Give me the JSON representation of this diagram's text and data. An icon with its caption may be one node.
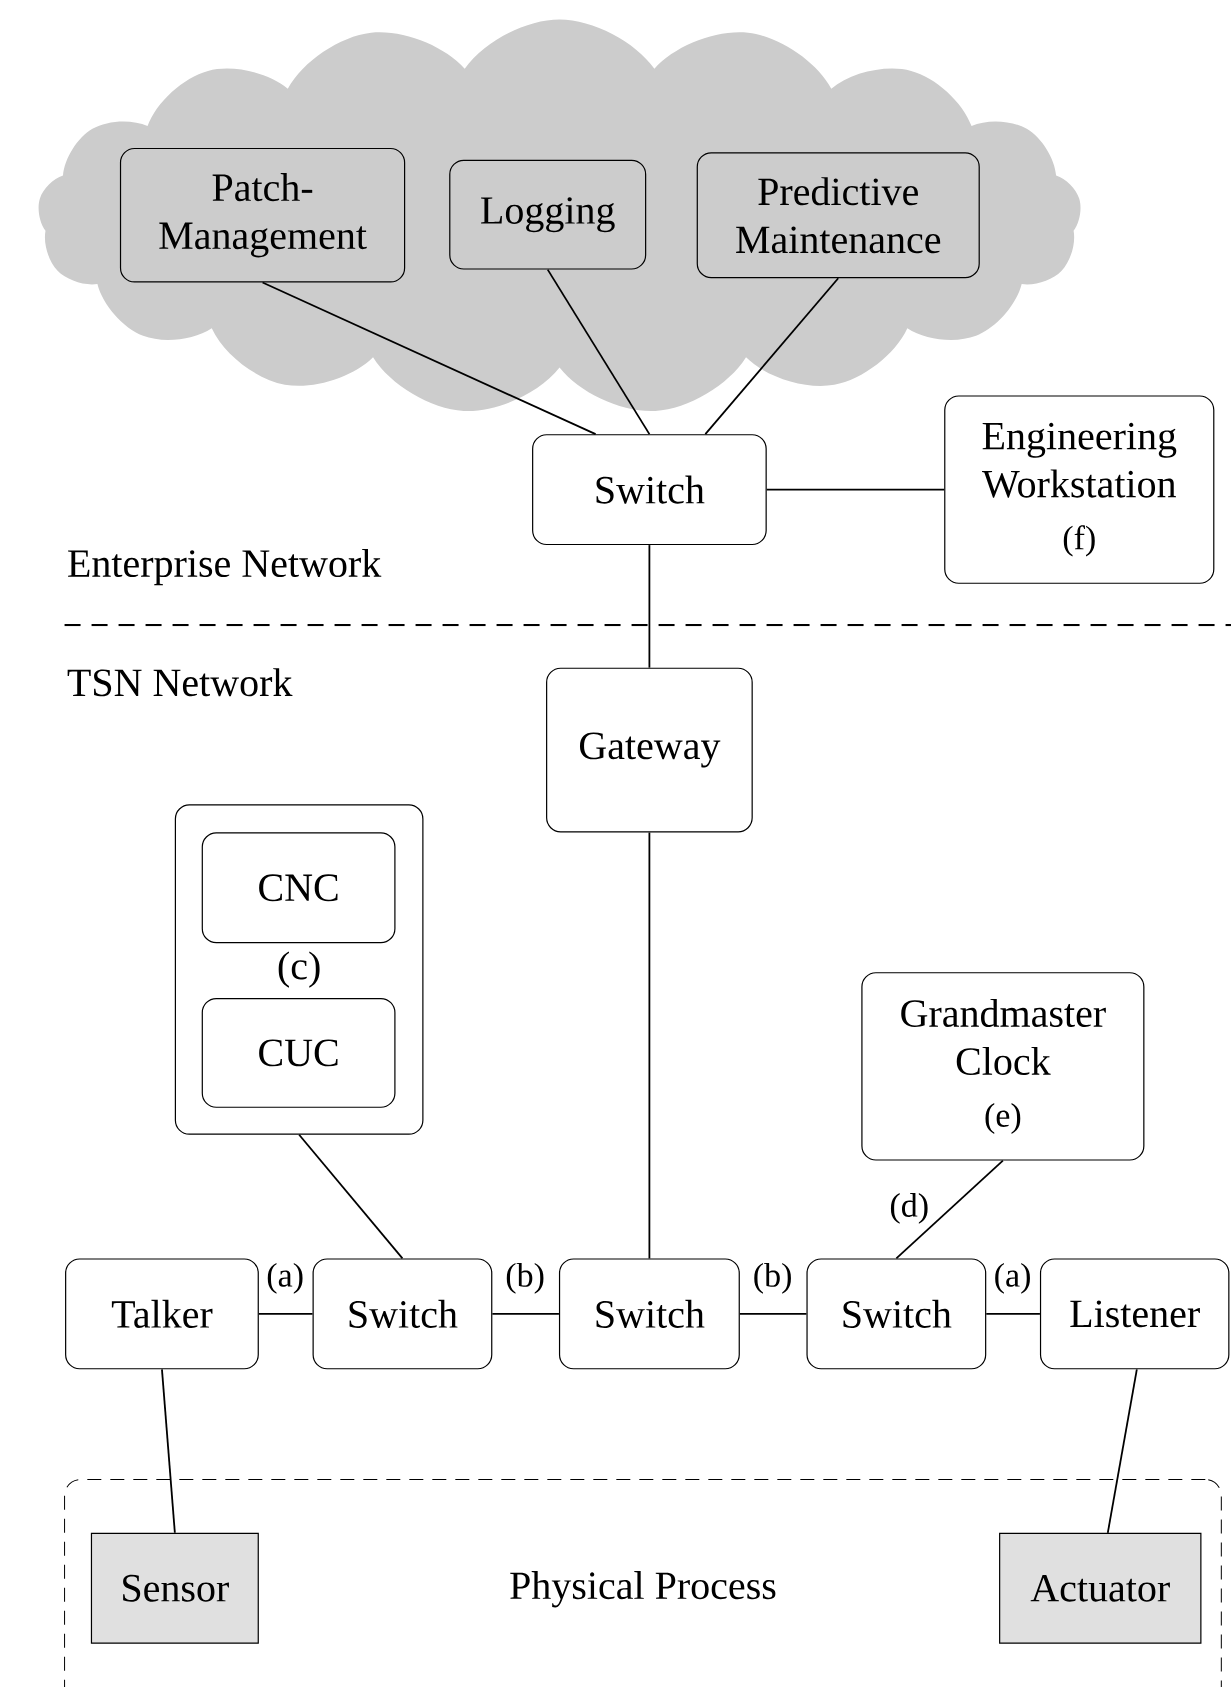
{
  "diagram": {
    "nodes": [
      {
        "text": [],
        "shape": "cloud"
      },
      {
        "text": [
          "Patch-Management"
        ],
        "in": 0
      },
      {
        "text": [
          "Logging"
        ],
        "in": 0
      },
      {
        "text": [
          "Predictive Maintenance"
        ],
        "in": 0
      },
      {
        "text": [
          "Switch"
        ]
      },
      {
        "text": [
          "Engineering Workstation",
          "(f)"
        ]
      },
      {
        "text": [
          "Gateway"
        ]
      },
      {
        "text": [
          "(c)"
        ]
      },
      {
        "text": [
          "CNC"
        ],
        "in": 7
      },
      {
        "text": [
          "CUC"
        ],
        "in": 7
      },
      {
        "text": [
          "Grandmaster Clock",
          "(e)"
        ]
      },
      {
        "text": [
          "Talker"
        ]
      },
      {
        "text": [
          "Switch"
        ]
      },
      {
        "text": [
          "Switch"
        ]
      },
      {
        "text": [
          "Switch"
        ]
      },
      {
        "text": [
          "Listener"
        ]
      },
      {
        "text": [
          "Physical Process"
        ]
      },
      {
        "text": [
          "Sensor"
        ],
        "in": 16
      },
      {
        "text": [
          "Actuator"
        ],
        "in": 16
      }
    ],
    "edges": [
      {
        "from": 1,
        "to": 4,
        "arrow": "none"
      },
      {
        "from": 2,
        "to": 4,
        "arrow": "none"
      },
      {
        "from": 3,
        "to": 4,
        "arrow": "none"
      },
      {
        "from": 4,
        "to": 5,
        "arrow": "none"
      },
      {
        "from": 4,
        "to": 6,
        "arrow": "none"
      },
      {
        "from": 6,
        "to": 13,
        "arrow": "none"
      },
      {
        "from": 7,
        "to": 12,
        "arrow": "none"
      },
      {
        "from": 11,
        "to": 12,
        "arrow": "none",
        "label": "(a)"
      },
      {
        "from": 12,
        "to": 13,
        "arrow": "none",
        "label": "(b)"
      },
      {
        "from": 13,
        "to": 14,
        "arrow": "none",
        "label": "(b)"
      },
      {
        "from": 14,
        "to": 15,
        "arrow": "none",
        "label": "(a)"
      },
      {
        "from": 10,
        "to": 14,
        "arrow": "none",
        "label": "(d)"
      },
      {
        "from": 11,
        "to": 17,
        "arrow": "none"
      },
      {
        "from": 15,
        "to": 18,
        "arrow": "none"
      }
    ],
    "labels": [
      "Enterprise Network",
      "TSN Network"
    ]
  }
}
